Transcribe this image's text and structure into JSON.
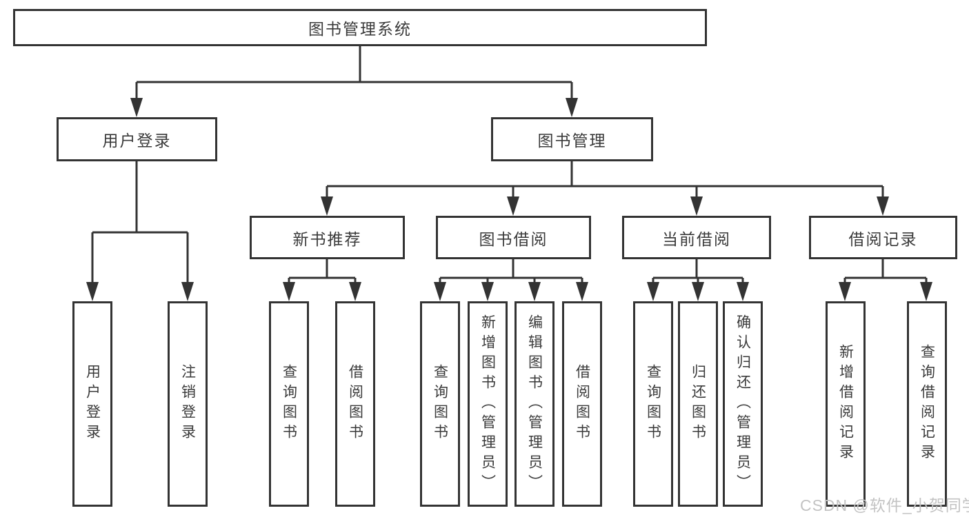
{
  "tree": {
    "root": "图书管理系统",
    "branches": [
      {
        "label": "用户登录",
        "children": [
          "用户登录",
          "注销登录"
        ]
      },
      {
        "label": "图书管理",
        "groups": [
          {
            "label": "新书推荐",
            "children": [
              "查询图书",
              "借阅图书"
            ]
          },
          {
            "label": "图书借阅",
            "children": [
              "查询图书",
              "新增图书（管理员）",
              "编辑图书（管理员）",
              "借阅图书"
            ]
          },
          {
            "label": "当前借阅",
            "children": [
              "查询图书",
              "归还图书",
              "确认归还（管理员）"
            ]
          },
          {
            "label": "借阅记录",
            "children": [
              "新增借阅记录",
              "查询借阅记录"
            ]
          }
        ]
      }
    ]
  },
  "watermark": {
    "text": "CSDN @软件_小贺同学"
  },
  "colors": {
    "line": "#333333",
    "box_border": "#333333",
    "box_fill": "#ffffff",
    "text": "#3a3a3a",
    "watermark": "#c3c3c3"
  }
}
